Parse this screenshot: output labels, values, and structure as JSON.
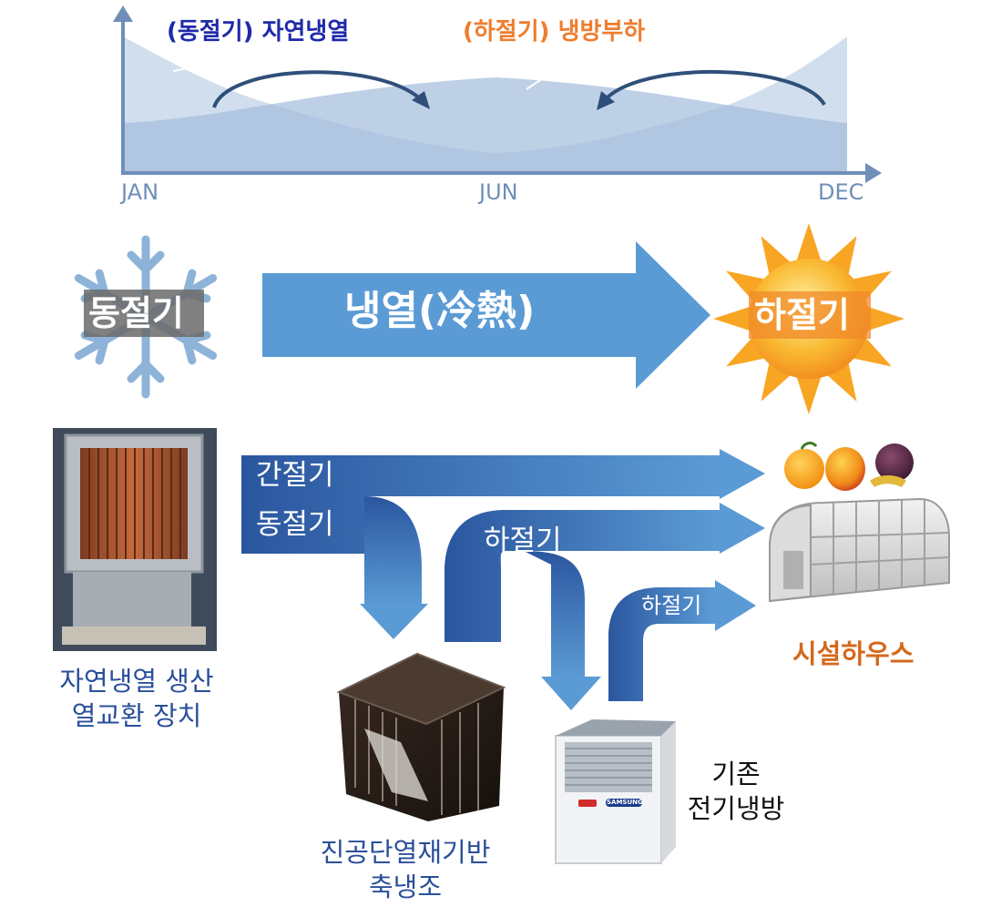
{
  "season_chart": {
    "winter_label": "(동절기) 자연냉열",
    "summer_label": "(하절기) 냉방부하",
    "month_jan": "JAN",
    "month_jun": "JUN",
    "month_dec": "DEC",
    "colors": {
      "winter": "#1f2aa8",
      "summer": "#ef7d2e",
      "fill": "#b3c7e1",
      "axis": "#6f8fb9"
    }
  },
  "banner": {
    "winter_badge": "동절기",
    "main_arrow": "냉열(冷熱)",
    "summer_badge": "하절기"
  },
  "flows": {
    "inter_season": "간절기",
    "winter": "동절기",
    "summer_main": "하절기",
    "summer_small": "하절기"
  },
  "devices": {
    "heat_exchanger": {
      "line1": "자연냉열 생산",
      "line2": "열교환 장치"
    },
    "storage_tank": {
      "line1": "진공단열재기반",
      "line2": "축냉조"
    },
    "chiller": {
      "line1": "기존",
      "line2": "전기냉방",
      "brand": "SAMSUNG"
    },
    "greenhouse": {
      "label": "시설하우스"
    }
  },
  "colors": {
    "flow_dark": "#2b569f",
    "flow_light": "#5b9bd5",
    "device_label": "#2a4f9a",
    "greenhouse_label": "#d4691d"
  }
}
